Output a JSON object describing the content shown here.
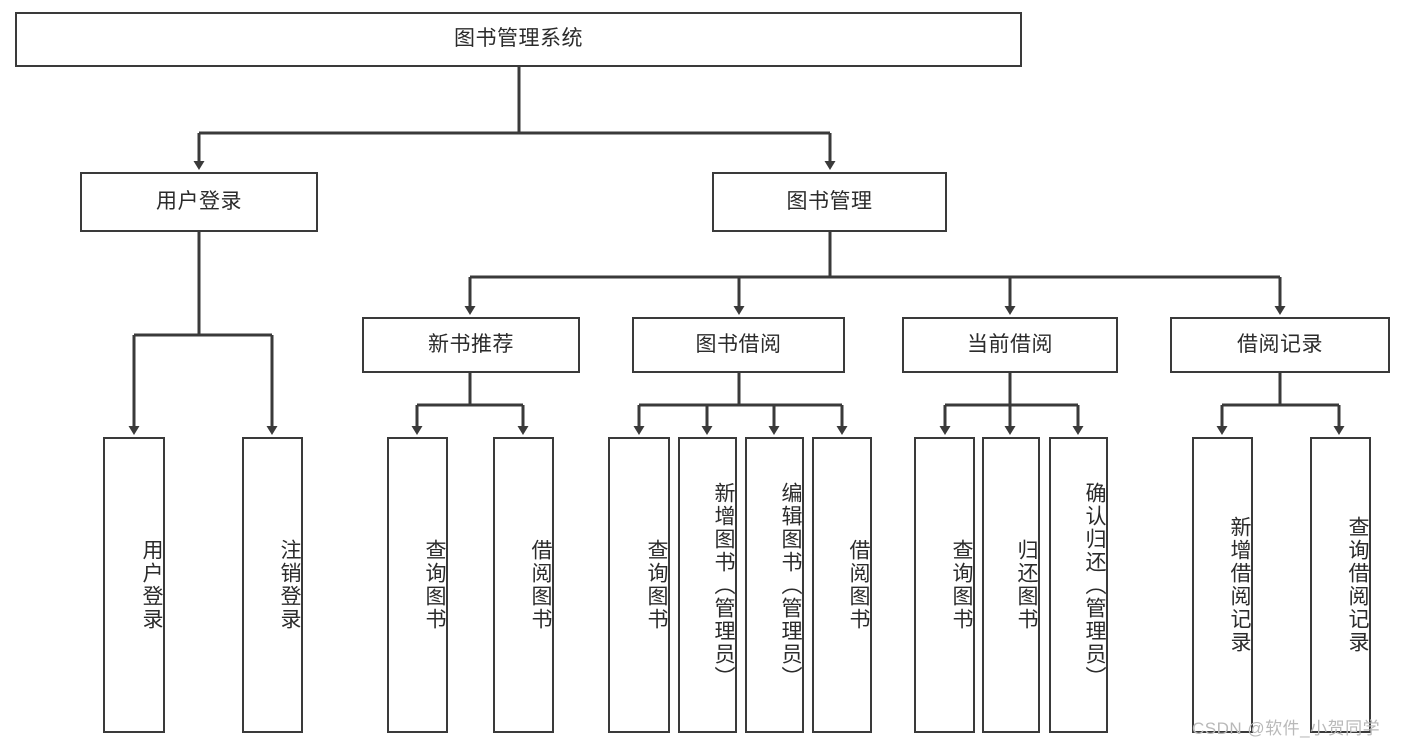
{
  "diagram": {
    "title": "图书管理系统",
    "type": "hierarchy-tree",
    "orientation": "top-down",
    "colors": {
      "box_border": "#3a3a3a",
      "box_fill": "#ffffff",
      "edge": "#3a3a3a",
      "text": "#2b2b2b",
      "watermark": "#b9b9b9",
      "background": "#ffffff"
    },
    "root": {
      "label": "图书管理系统"
    },
    "level2": [
      {
        "label": "用户登录"
      },
      {
        "label": "图书管理"
      }
    ],
    "level3": [
      {
        "label": "新书推荐"
      },
      {
        "label": "图书借阅"
      },
      {
        "label": "当前借阅"
      },
      {
        "label": "借阅记录"
      }
    ],
    "leaves": {
      "user_login": [
        {
          "label": "用户登录"
        },
        {
          "label": "注销登录"
        }
      ],
      "new_book_recommend": [
        {
          "label": "查询图书"
        },
        {
          "label": "借阅图书"
        }
      ],
      "book_borrow": [
        {
          "label": "查询图书"
        },
        {
          "label": "新增图书（管理员）"
        },
        {
          "label": "编辑图书（管理员）"
        },
        {
          "label": "借阅图书"
        }
      ],
      "current_borrow": [
        {
          "label": "查询图书"
        },
        {
          "label": "归还图书"
        },
        {
          "label": "确认归还（管理员）"
        }
      ],
      "borrow_record": [
        {
          "label": "新增借阅记录"
        },
        {
          "label": "查询借阅记录"
        }
      ]
    },
    "watermark": "CSDN @软件_小贺同学"
  }
}
